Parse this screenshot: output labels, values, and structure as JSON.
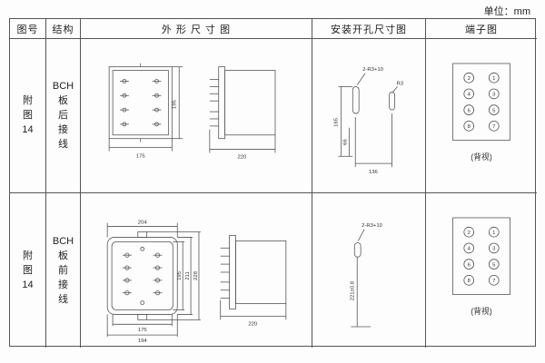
{
  "unit_label": "单位：mm",
  "table": {
    "headers": {
      "fig_no": "图号",
      "structure": "结构",
      "outline": "外 形 尺 寸 图",
      "install": "安装开孔尺寸图",
      "terminal": "端子图"
    },
    "rows": [
      {
        "fig_lines": [
          "附",
          "图",
          "14"
        ],
        "structure_lines": [
          "BCH",
          "板",
          "后",
          "接",
          "线"
        ],
        "outline": {
          "front_height": "195",
          "front_width": "175",
          "side_depth": "220"
        },
        "install": {
          "callout": "2-R3+10",
          "radius_label": "R3",
          "dim_height": "165",
          "dim_height2": "66",
          "dim_width": "136"
        },
        "terminal": {
          "numbers": [
            "2",
            "1",
            "4",
            "3",
            "6",
            "5",
            "8",
            "7"
          ],
          "caption": "(背视)"
        }
      },
      {
        "fig_lines": [
          "附",
          "图",
          "14"
        ],
        "structure_lines": [
          "BCH",
          "板",
          "前",
          "接",
          "线"
        ],
        "outline": {
          "top_width": "204",
          "height_inner": "195",
          "height_mid": "211",
          "height_outer": "228",
          "width_inner": "175",
          "width_outer": "194",
          "side_depth": "220"
        },
        "install": {
          "callout": "2-R3+10",
          "dim_vertical": "221±0.8"
        },
        "terminal": {
          "numbers": [
            "2",
            "1",
            "4",
            "3",
            "6",
            "5",
            "8",
            "7"
          ],
          "caption": "(背视)"
        }
      }
    ]
  }
}
